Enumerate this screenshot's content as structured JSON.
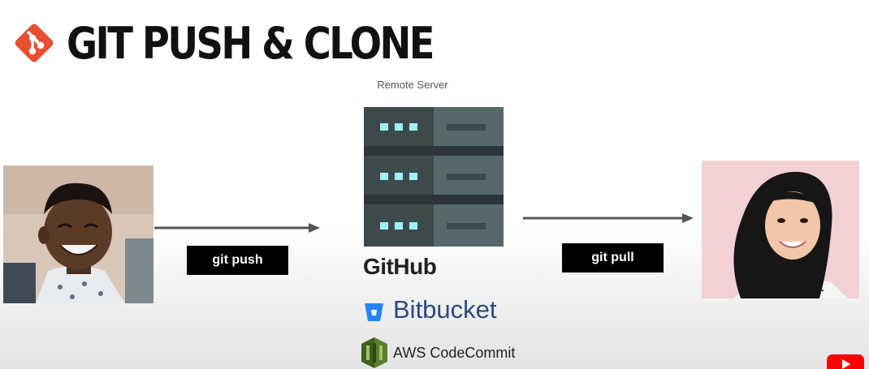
{
  "slide": {
    "title": "GIT PUSH & CLONE",
    "server_label": "Remote Server"
  },
  "commands": {
    "push": "git push",
    "pull": "git pull"
  },
  "services": {
    "github": "GitHub",
    "bitbucket": "Bitbucket",
    "aws": "AWS CodeCommit"
  },
  "icons": {
    "git_logo": "git-logo-icon",
    "server": "server-rack-icon",
    "bitbucket": "bitbucket-icon",
    "aws": "aws-codecommit-icon",
    "player": "youtube-icon"
  },
  "colors": {
    "git_orange": "#e84e31",
    "server_dark": "#3d4a4c",
    "server_light": "#56686c",
    "server_led": "#9ff0ff",
    "bitbucket_blue": "#2684ff",
    "aws_green": "#5a7f2b",
    "youtube_red": "#ff0000"
  }
}
